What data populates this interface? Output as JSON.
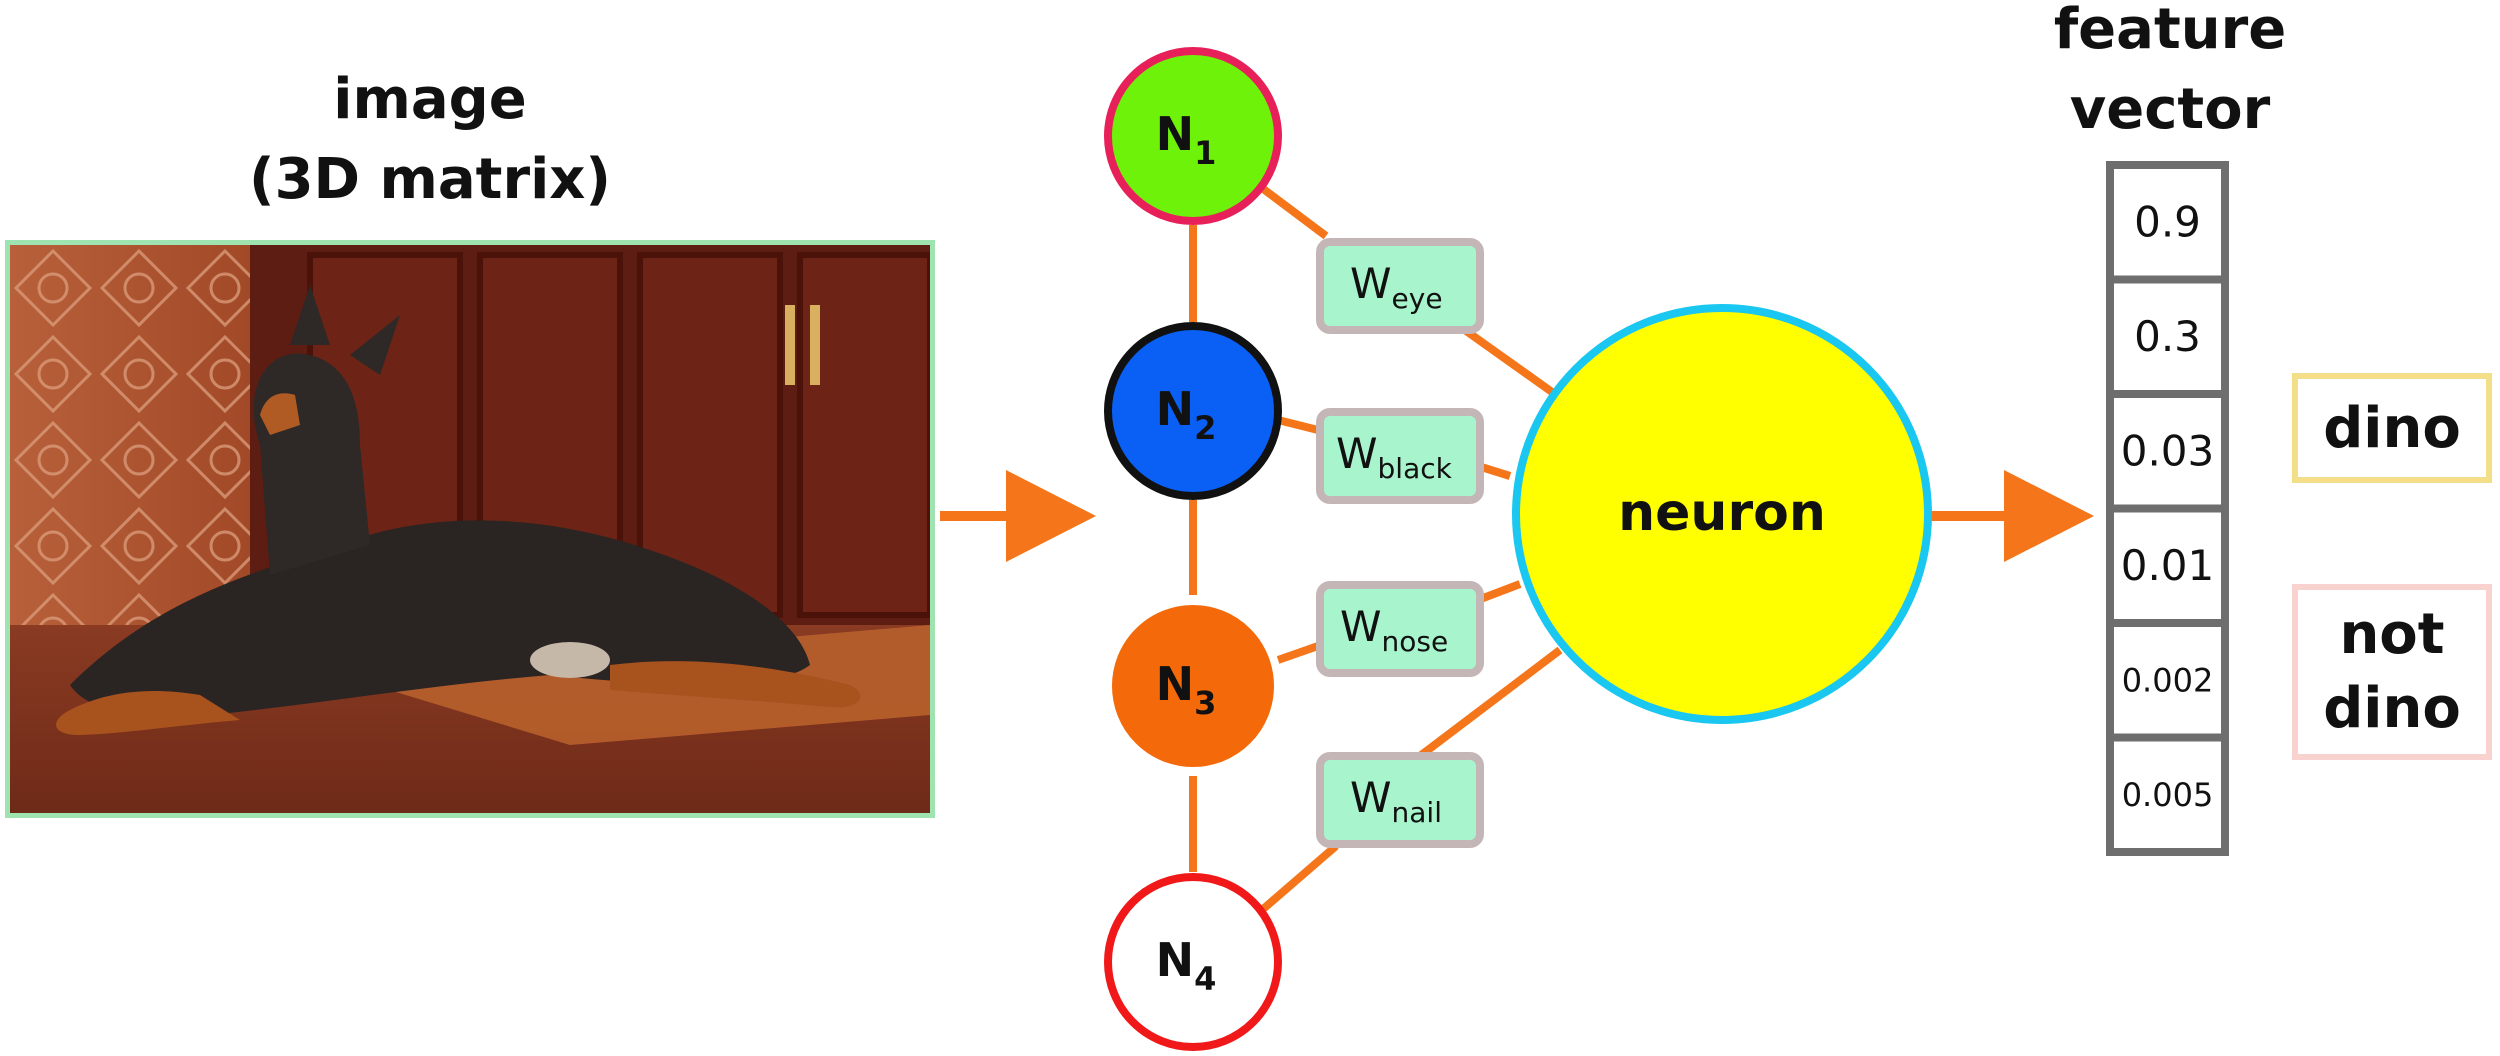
{
  "image_title": [
    "image",
    "(3D matrix)"
  ],
  "feature_vector": {
    "title": [
      "feature",
      "vector"
    ],
    "values": [
      "0.9",
      "0.3",
      "0.03",
      "0.01",
      "0.002",
      "0.005"
    ]
  },
  "nodes": [
    {
      "label": "N",
      "sub": "1",
      "fill": "#6ef20a",
      "stroke": "#e8205a"
    },
    {
      "label": "N",
      "sub": "2",
      "fill": "#0a60f5",
      "stroke": "#111111"
    },
    {
      "label": "N",
      "sub": "3",
      "fill": "#f46a0a",
      "stroke": "#ffffff"
    },
    {
      "label": "N",
      "sub": "4",
      "fill": "#ffffff",
      "stroke": "#f01818"
    }
  ],
  "weights": [
    {
      "main": "W",
      "sub": "eye"
    },
    {
      "main": "W",
      "sub": "black"
    },
    {
      "main": "W",
      "sub": "nose"
    },
    {
      "main": "W",
      "sub": "nail"
    }
  ],
  "neuron": {
    "label": "neuron",
    "fill": "#ffff00",
    "stroke": "#19c7f0"
  },
  "classes": {
    "dino": "dino",
    "not_dino": [
      "not",
      "dino"
    ]
  },
  "colors": {
    "connector": "#f5761a",
    "weight_fill": "#a8f4cc",
    "weight_border": "#c4b6b6",
    "vector_border": "#6e6e6e"
  }
}
